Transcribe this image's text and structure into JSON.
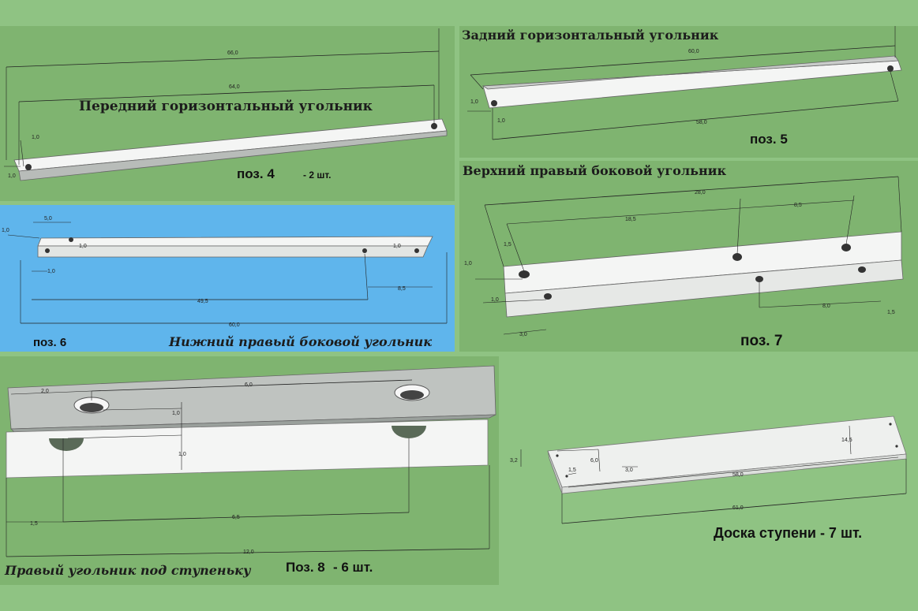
{
  "panels": {
    "p4": {
      "title": "Передний горизонтальный угольник",
      "pos": "поз. 4",
      "qty": "- 2 шт.",
      "dims": {
        "overall": "66,0",
        "holes": "64,0",
        "offset": "1,0",
        "edge": "1,0"
      }
    },
    "p5": {
      "title": "Задний горизонтальный угольник",
      "pos": "поз. 5",
      "dims": {
        "overall": "60,0",
        "holes": "58,0",
        "offset": "1,0",
        "edge": "1,0"
      }
    },
    "p6": {
      "title": "Нижний правый боковой угольник",
      "pos": "поз. 6",
      "dims": {
        "top_hole": "5,0",
        "left_offset": "1,0",
        "inner": "1,0",
        "right_inner": "1,0",
        "edge": "1,0",
        "holes": "49,5",
        "right": "8,5",
        "overall": "60,0"
      }
    },
    "p7": {
      "title": "Верхний правый боковой угольник",
      "pos": "поз. 7",
      "dims": {
        "overall": "28,0",
        "span1": "18,5",
        "span2": "8,5",
        "vert": "1,5",
        "left1": "1,0",
        "left2": "1,0",
        "bottom_span": "8,0",
        "right_edge": "1,5",
        "base": "3,0"
      }
    },
    "p8": {
      "title": "Правый угольник под ступеньку",
      "pos": "Поз. 8",
      "qty": "- 6 шт.",
      "dims": {
        "left": "2,0",
        "span": "6,0",
        "hole_dy": "1,0",
        "depth": "1,0",
        "bottom_left": "1,5",
        "bottom_span": "6,5",
        "overall": "12,0"
      }
    },
    "step": {
      "title": "Доска ступени - 7 шт.",
      "dims": {
        "height": "3,2",
        "d1": "6,0",
        "d2": "1,5",
        "d3": "3,0",
        "width": "14,5",
        "holes": "58,0",
        "overall": "61,0"
      }
    }
  },
  "colors": {
    "background": "#8fc383",
    "panel_green": "#7fb470",
    "panel_blue": "#5fb5ec",
    "metal": "#f4f5f4",
    "metal_shade": "#c9ccca",
    "line": "#1a1a1a"
  }
}
